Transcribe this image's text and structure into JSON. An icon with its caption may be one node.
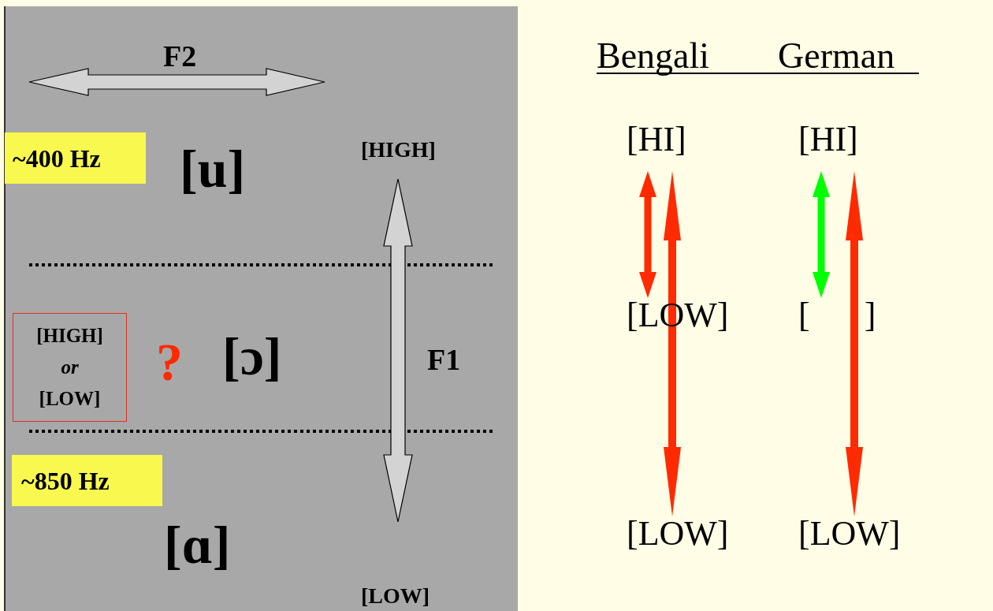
{
  "diagram": {
    "nodes": [
      {
        "text": [
          "~400 Hz"
        ]
      },
      {
        "text": [
          "[HIGH]"
        ]
      },
      {
        "text": [
          "[HIGH] *or* [LOW]"
        ]
      },
      {
        "text": [
          "~850 Hz"
        ]
      },
      {
        "text": [
          "[LOW]"
        ]
      },
      {
        "text": [
          "[HI]"
        ]
      },
      {
        "text": [
          "[HI]"
        ]
      },
      {
        "text": [
          "[LOW]"
        ]
      },
      {
        "text": [
          "[ ]"
        ]
      },
      {
        "text": [
          "[LOW]"
        ]
      },
      {
        "text": [
          "[LOW]"
        ]
      }
    ],
    "edges": [
      {
        "from": 1,
        "to": 4,
        "arrow": "both",
        "label": "F1",
        "style": "thick",
        "color": "#d3d3d3"
      },
      {
        "from": 5,
        "to": 7,
        "arrow": "both"
      },
      {
        "from": 5,
        "to": 9,
        "arrow": "both"
      },
      {
        "from": 6,
        "to": 8,
        "arrow": "both",
        "color": "#00ff00"
      },
      {
        "from": 6,
        "to": 10,
        "arrow": "both"
      }
    ],
    "labels": [
      "F2",
      "Bengali",
      "German",
      "[u]",
      "?",
      "[ɔ]",
      "[ɑ]"
    ]
  }
}
